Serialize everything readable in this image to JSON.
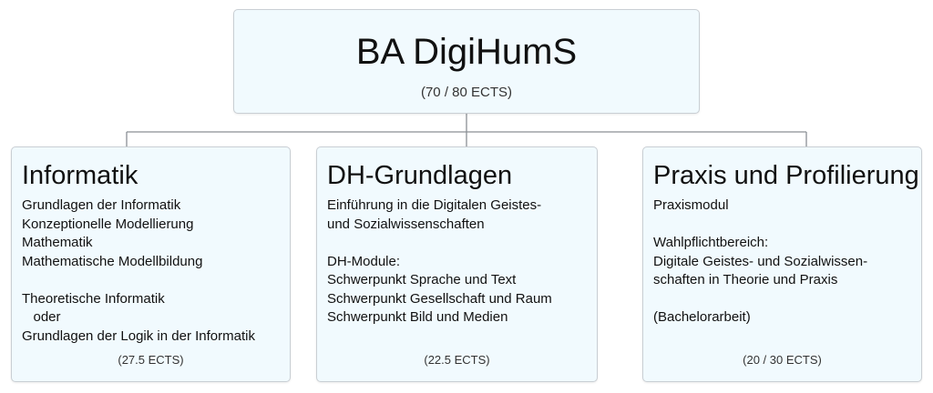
{
  "root": {
    "title": "BA DigiHumS",
    "credits": "(70 / 80 ECTS)"
  },
  "children": [
    {
      "title": "Informatik",
      "lines": [
        "Grundlagen der Informatik",
        "Konzeptionelle Modellierung",
        "Mathematik",
        "Mathematische Modellbildung",
        "",
        "Theoretische Informatik",
        "   oder",
        "Grundlagen der Logik in der Informatik"
      ],
      "credits": "(27.5 ECTS)"
    },
    {
      "title": "DH-Grundlagen",
      "lines": [
        "Einführung in die Digitalen Geistes-",
        "und Sozialwissenschaften",
        "",
        "DH-Module:",
        "Schwerpunkt Sprache und Text",
        "Schwerpunkt Gesellschaft und Raum",
        "Schwerpunkt Bild und Medien"
      ],
      "credits": "(22.5 ECTS)"
    },
    {
      "title": "Praxis und Profilierung",
      "lines": [
        "Praxismodul",
        "",
        "Wahlpflichtbereich:",
        "Digitale Geistes- und Sozialwissen-",
        "schaften in Theorie und Praxis",
        "",
        "(Bachelorarbeit)"
      ],
      "credits": "(20 / 30 ECTS)"
    }
  ]
}
